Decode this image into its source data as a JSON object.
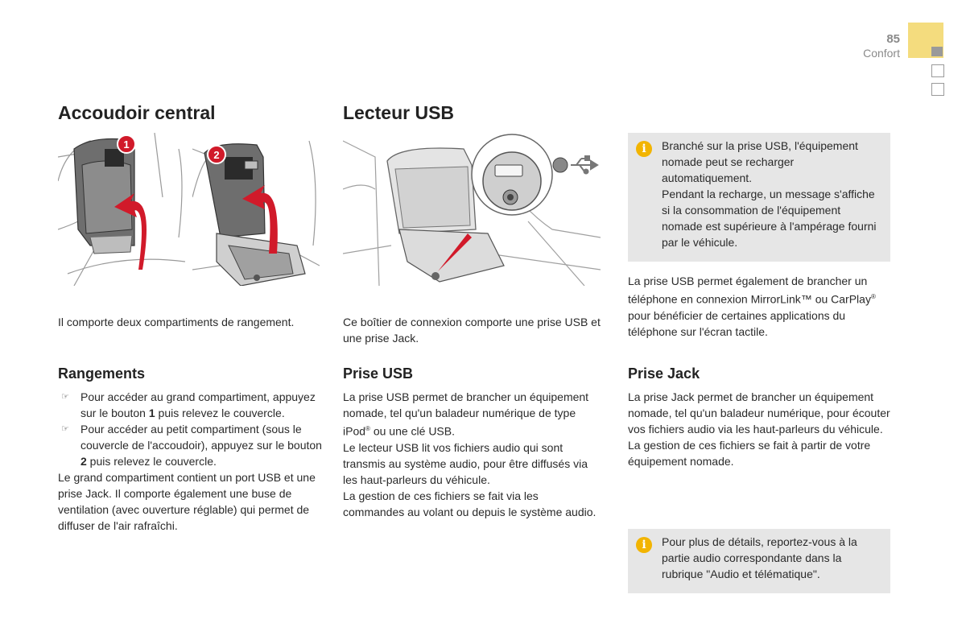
{
  "header": {
    "page_number": "85",
    "section": "Confort"
  },
  "col1": {
    "title": "Accoudoir central",
    "badges": [
      "1",
      "2"
    ],
    "caption": "Il comporte deux compartiments de rangement.",
    "subtitle": "Rangements",
    "bullets": [
      {
        "pre": "Pour accéder au grand compartiment, appuyez sur le bouton ",
        "bold": "1",
        "post": " puis relevez le couvercle."
      },
      {
        "pre": "Pour accéder au petit compartiment (sous le couvercle de l'accoudoir), appuyez sur le bouton ",
        "bold": "2",
        "post": " puis relevez le couvercle."
      }
    ],
    "paragraph": "Le grand compartiment contient un port USB et une prise Jack. Il comporte également une buse de ventilation (avec ouverture réglable) qui permet de diffuser de l'air rafraîchi."
  },
  "col2": {
    "title": "Lecteur USB",
    "caption": "Ce boîtier de connexion comporte une prise USB et une prise Jack.",
    "subtitle": "Prise USB",
    "p1_a": "La prise USB permet de brancher un équipement nomade, tel qu'un baladeur numérique de type iPod",
    "p1_sup": "®",
    "p1_b": " ou une clé USB.",
    "p2": "Le lecteur USB lit vos fichiers audio qui sont transmis au système audio, pour être diffusés via les haut-parleurs du véhicule.",
    "p3": "La gestion de ces fichiers se fait via les commandes au volant ou depuis le système audio."
  },
  "col3": {
    "info1_lines": [
      "Branché sur la prise USB, l'équipement nomade peut se recharger automatiquement.",
      "Pendant la recharge, un message s'affiche si la consommation de l'équipement nomade est supérieure à l'ampérage fourni par le véhicule."
    ],
    "para_a": "La prise USB permet également de brancher un téléphone en connexion MirrorLink™ ou CarPlay",
    "para_sup": "®",
    "para_b": " pour bénéficier de certaines applications du téléphone sur l'écran tactile.",
    "subtitle": "Prise Jack",
    "jack_p1": "La prise Jack permet de brancher un équipement nomade, tel qu'un baladeur numérique, pour écouter vos fichiers audio via les haut-parleurs du véhicule.",
    "jack_p2": "La gestion de ces fichiers se fait à partir de votre équipement nomade.",
    "info2": "Pour plus de détails, reportez-vous à la partie audio correspondante dans la rubrique \"Audio et télématique\"."
  },
  "icons": {
    "info": "i",
    "bullet": "☞"
  },
  "colors": {
    "accent_tab": "#f4dc7e",
    "info_bg": "#e6e6e6",
    "info_icon": "#f2b400",
    "arrow": "#d11a2a"
  }
}
